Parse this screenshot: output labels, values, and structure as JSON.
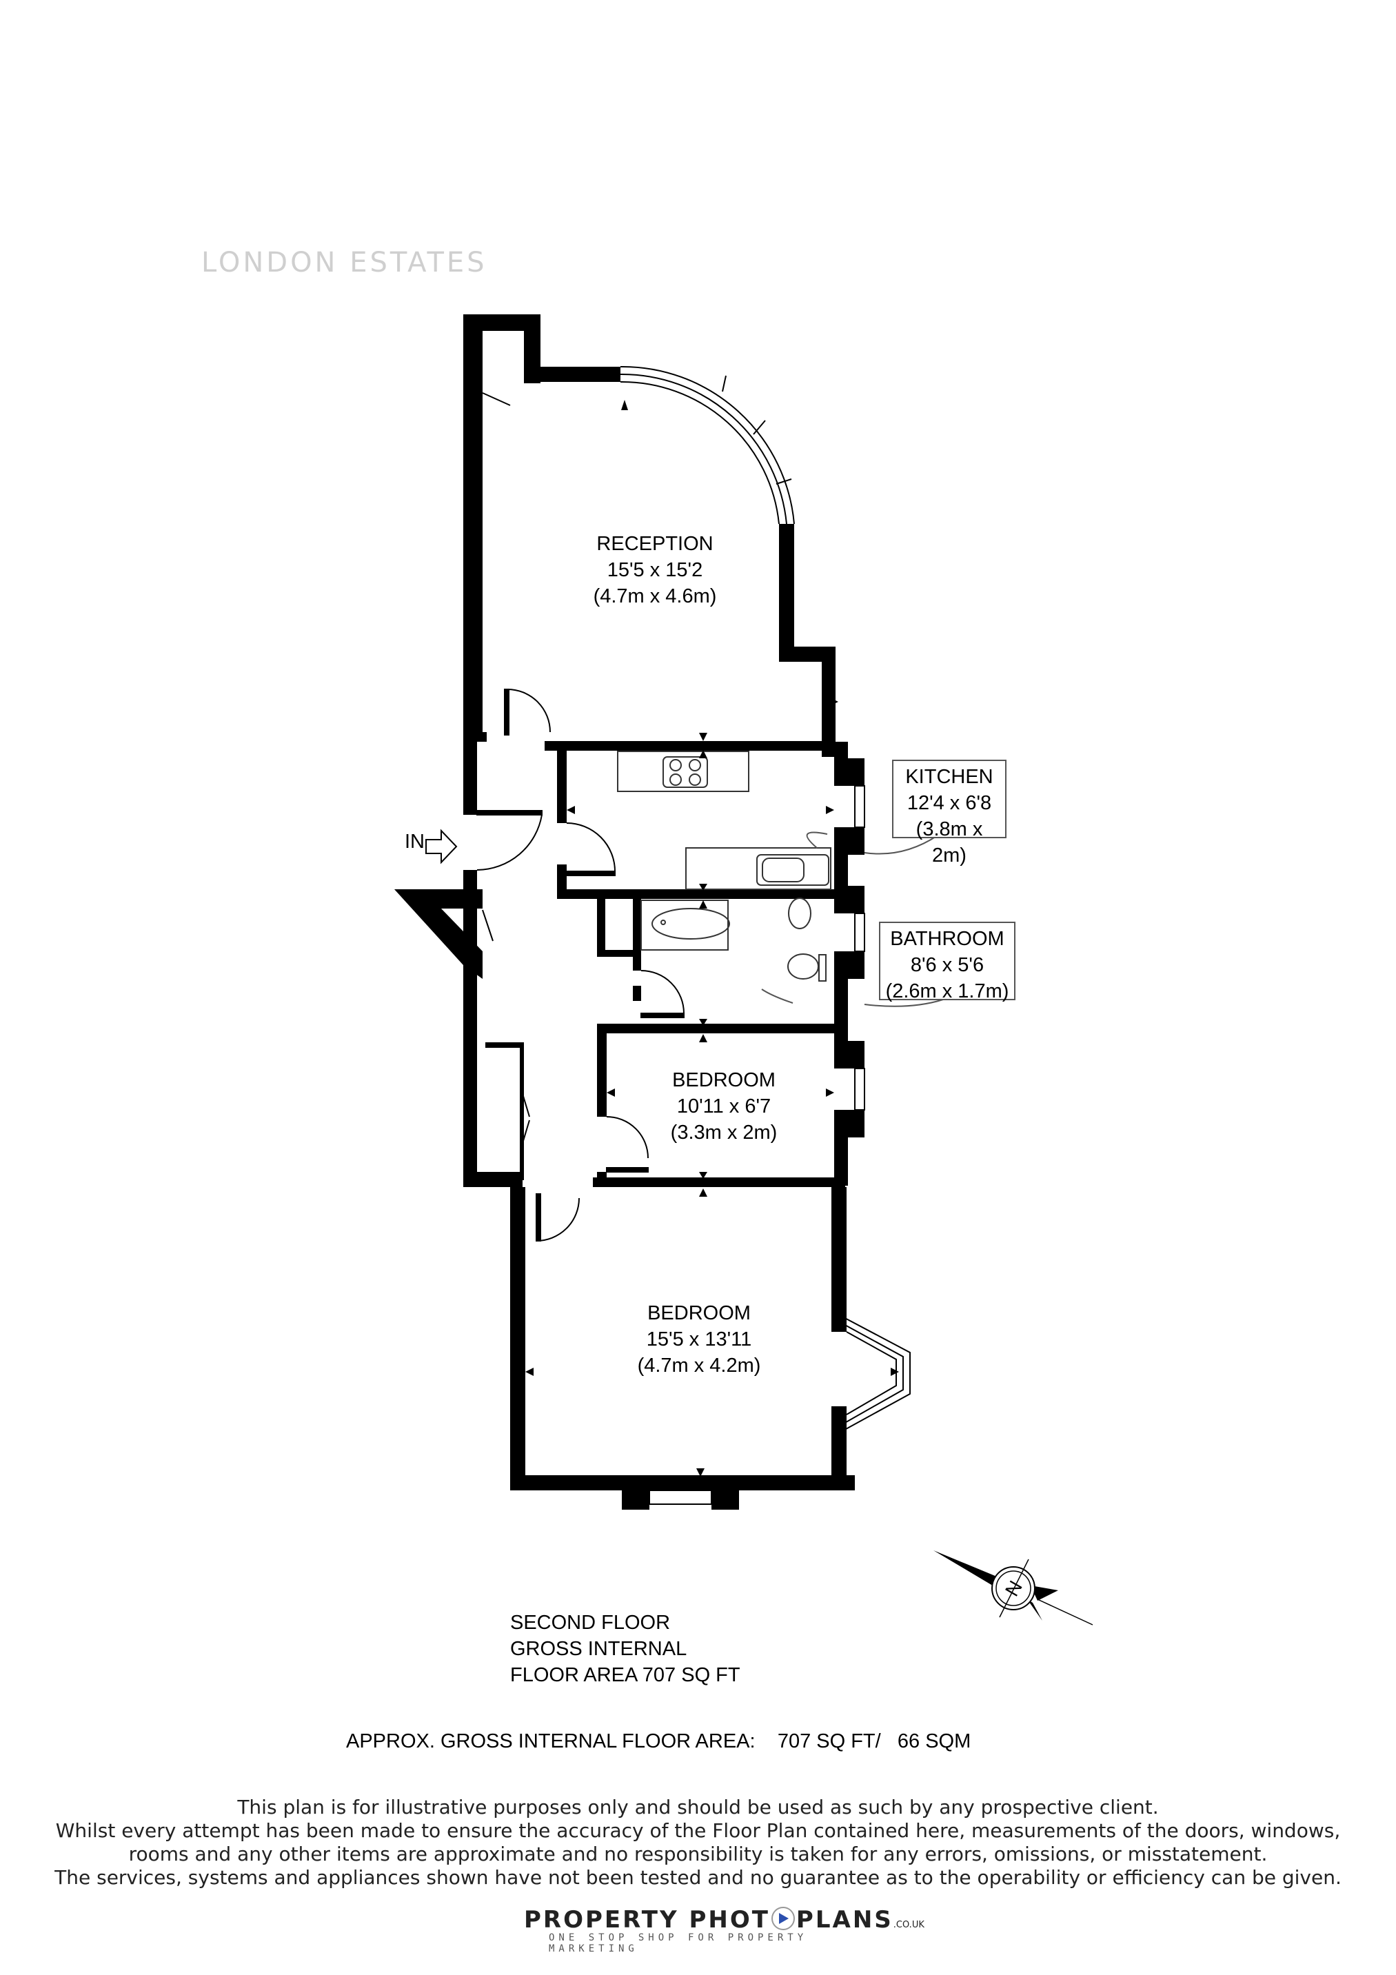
{
  "header": {
    "brand": "LONDON ESTATES"
  },
  "entrance": {
    "label": "IN"
  },
  "rooms": {
    "reception": {
      "name": "RECEPTION",
      "imperial": "15'5 x 15'2",
      "metric": "(4.7m x 4.6m)"
    },
    "kitchen": {
      "name": "KITCHEN",
      "imperial": "12'4 x 6'8",
      "metric": "(3.8m x 2m)"
    },
    "bathroom": {
      "name": "BATHROOM",
      "imperial": "8'6 x 5'6",
      "metric": "(2.6m x 1.7m)"
    },
    "bedroom_small": {
      "name": "BEDROOM",
      "imperial": "10'11 x 6'7",
      "metric": "(3.3m x 2m)"
    },
    "bedroom_large": {
      "name": "BEDROOM",
      "imperial": "15'5 x 13'11",
      "metric": "(4.7m x 4.2m)"
    }
  },
  "compass": {
    "label": "N"
  },
  "floor_summary": {
    "line1": "SECOND FLOOR",
    "line2": "GROSS INTERNAL",
    "line3": "FLOOR AREA 707 SQ FT"
  },
  "total_area": {
    "label": "APPROX. GROSS INTERNAL FLOOR AREA:",
    "sqft": "707 SQ FT/",
    "sqm": "66 SQM"
  },
  "disclaimer": {
    "line1": "This plan is for illustrative purposes only and should be used as such by any prospective client.",
    "line2": "Whilst every attempt has been made to ensure the accuracy of the Floor Plan contained here, measurements of the doors, windows,",
    "line3": "rooms and any other items are approximate and no responsibility is taken for any errors, omissions, or misstatement.",
    "line4": "The services, systems and appliances shown have not been tested and no guarantee as to the operability or efficiency can be given."
  },
  "footer_logo": {
    "part1": "PROPERTY PHOT",
    "part2": "PLANS",
    "domain": ".CO.UK",
    "tagline": "ONE STOP SHOP FOR PROPERTY MARKETING",
    "accent_color": "#2b4fae"
  }
}
